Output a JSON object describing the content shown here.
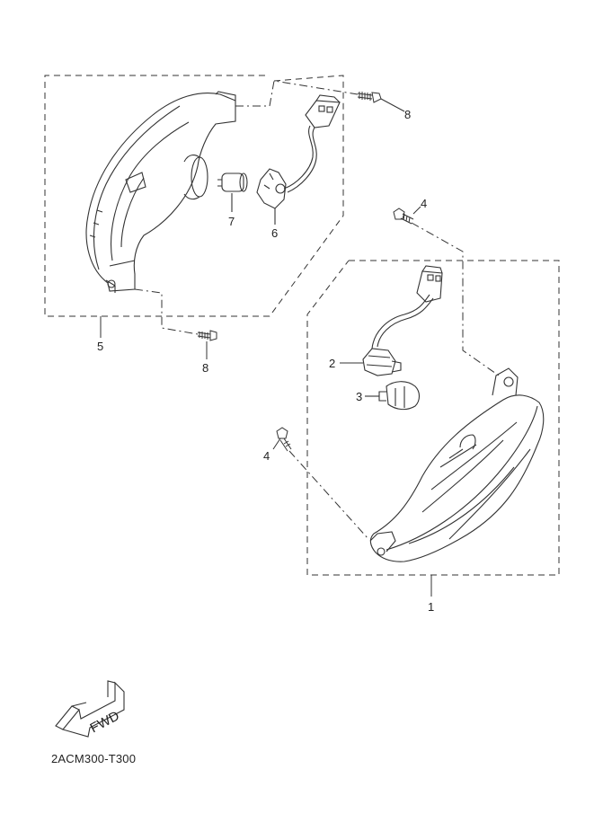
{
  "callouts": {
    "c1": "1",
    "c2": "2",
    "c3": "3",
    "c4a": "4",
    "c4b": "4",
    "c5": "5",
    "c6": "6",
    "c7": "7",
    "c8a": "8",
    "c8b": "8"
  },
  "fwd_label": "FWD",
  "diagram_code": "2ACM300-T300"
}
